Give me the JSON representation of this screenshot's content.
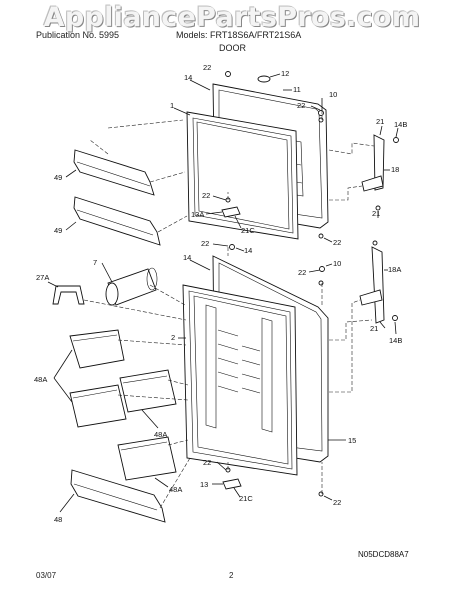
{
  "watermark": "AppliancePartsPros.com",
  "header": {
    "left": "Publication No. 5995",
    "right": "Models: FRT18S6A/FRT21S6A",
    "section": "DOOR"
  },
  "diagram_code": "N05DCD88A7",
  "footer": {
    "date": "03/07",
    "page": "2"
  },
  "callouts": {
    "c22a": "22",
    "c12": "12",
    "c14a": "14",
    "c11": "11",
    "c22b": "22",
    "c10a": "10",
    "c1": "1",
    "c21a": "21",
    "c14b1": "14B",
    "c18": "18",
    "c49a": "49",
    "c22c": "22",
    "c13a": "13A",
    "c21ca": "21C",
    "c21b": "21",
    "c22d": "22",
    "c49b": "49",
    "c22e": "22",
    "c14c": "14",
    "c7": "7",
    "c14d": "14",
    "c22f": "22",
    "c10b": "10",
    "c18a": "18A",
    "c27a": "27A",
    "c2": "2",
    "c21c": "21",
    "c14b2": "14B",
    "c48a1": "48A",
    "c48a2": "48A",
    "c15": "15",
    "c22g": "22",
    "c13": "13",
    "c48a3": "48A",
    "c21cb": "21C",
    "c22h": "22",
    "c48": "48"
  }
}
